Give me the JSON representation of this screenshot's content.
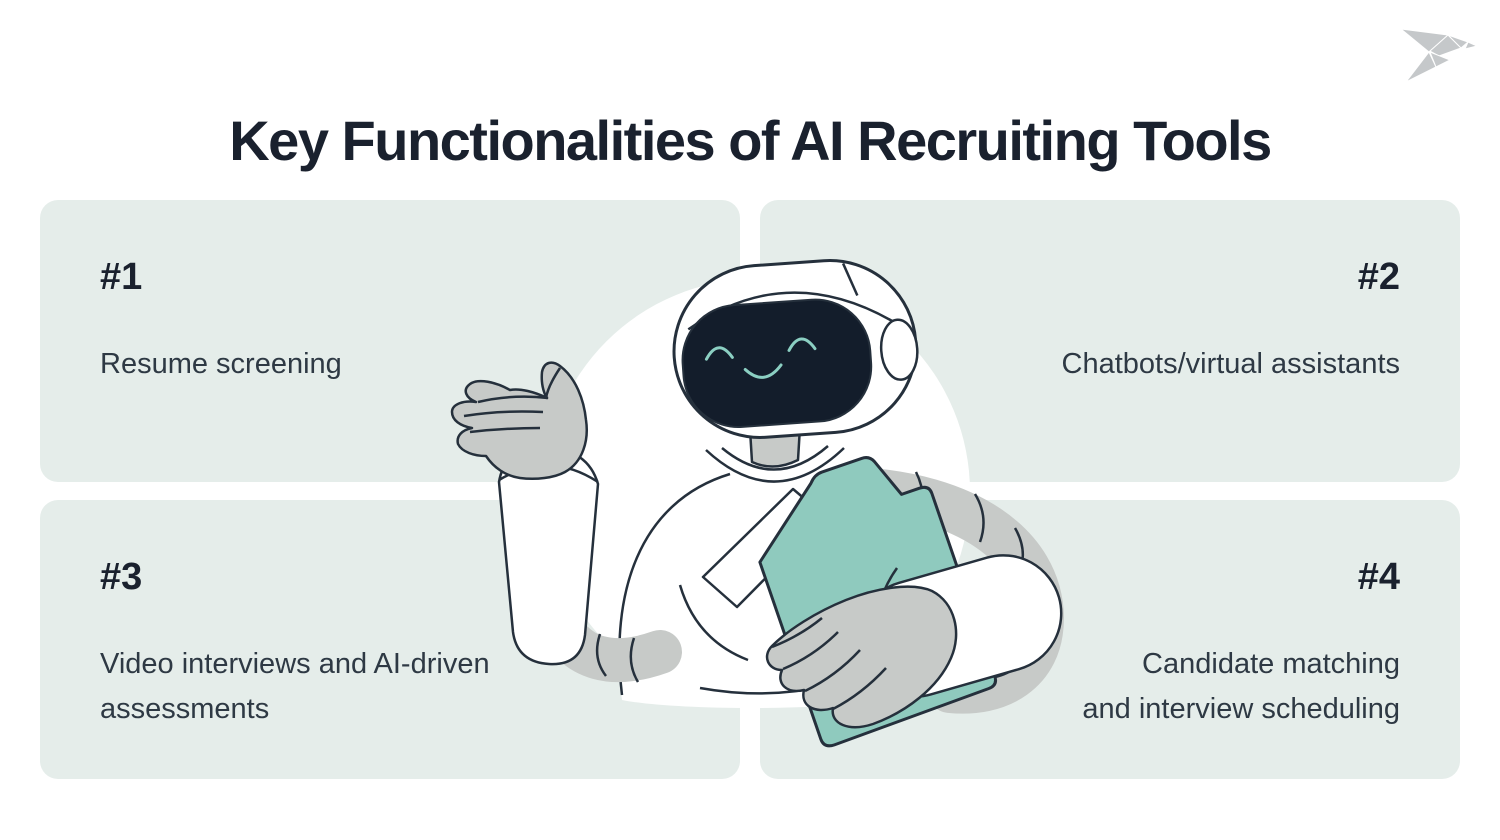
{
  "title": "Key Functionalities of AI Recruiting Tools",
  "logo": {
    "name": "origami-bird-logo",
    "color": "#C5C8CA"
  },
  "cards": [
    {
      "number": "#1",
      "lines": [
        "Resume screening"
      ]
    },
    {
      "number": "#2",
      "lines": [
        "Chatbots/virtual assistants"
      ]
    },
    {
      "number": "#3",
      "lines": [
        "Video interviews and AI-driven",
        "assessments"
      ]
    },
    {
      "number": "#4",
      "lines": [
        "Candidate matching",
        "and interview scheduling"
      ]
    }
  ],
  "illustration": {
    "name": "robot-assistant-waving-holding-teal-folder",
    "folder_color": "#8FCABE",
    "face_color": "#131D2B",
    "smile_color": "#8BCFC2",
    "metal_gray": "#C7CAC8",
    "outline_color": "#25303C"
  },
  "colors": {
    "background": "#FFFFFF",
    "card_background": "#E5EDEA",
    "heading_ink": "#1A212E",
    "body_text": "#2E3944"
  }
}
